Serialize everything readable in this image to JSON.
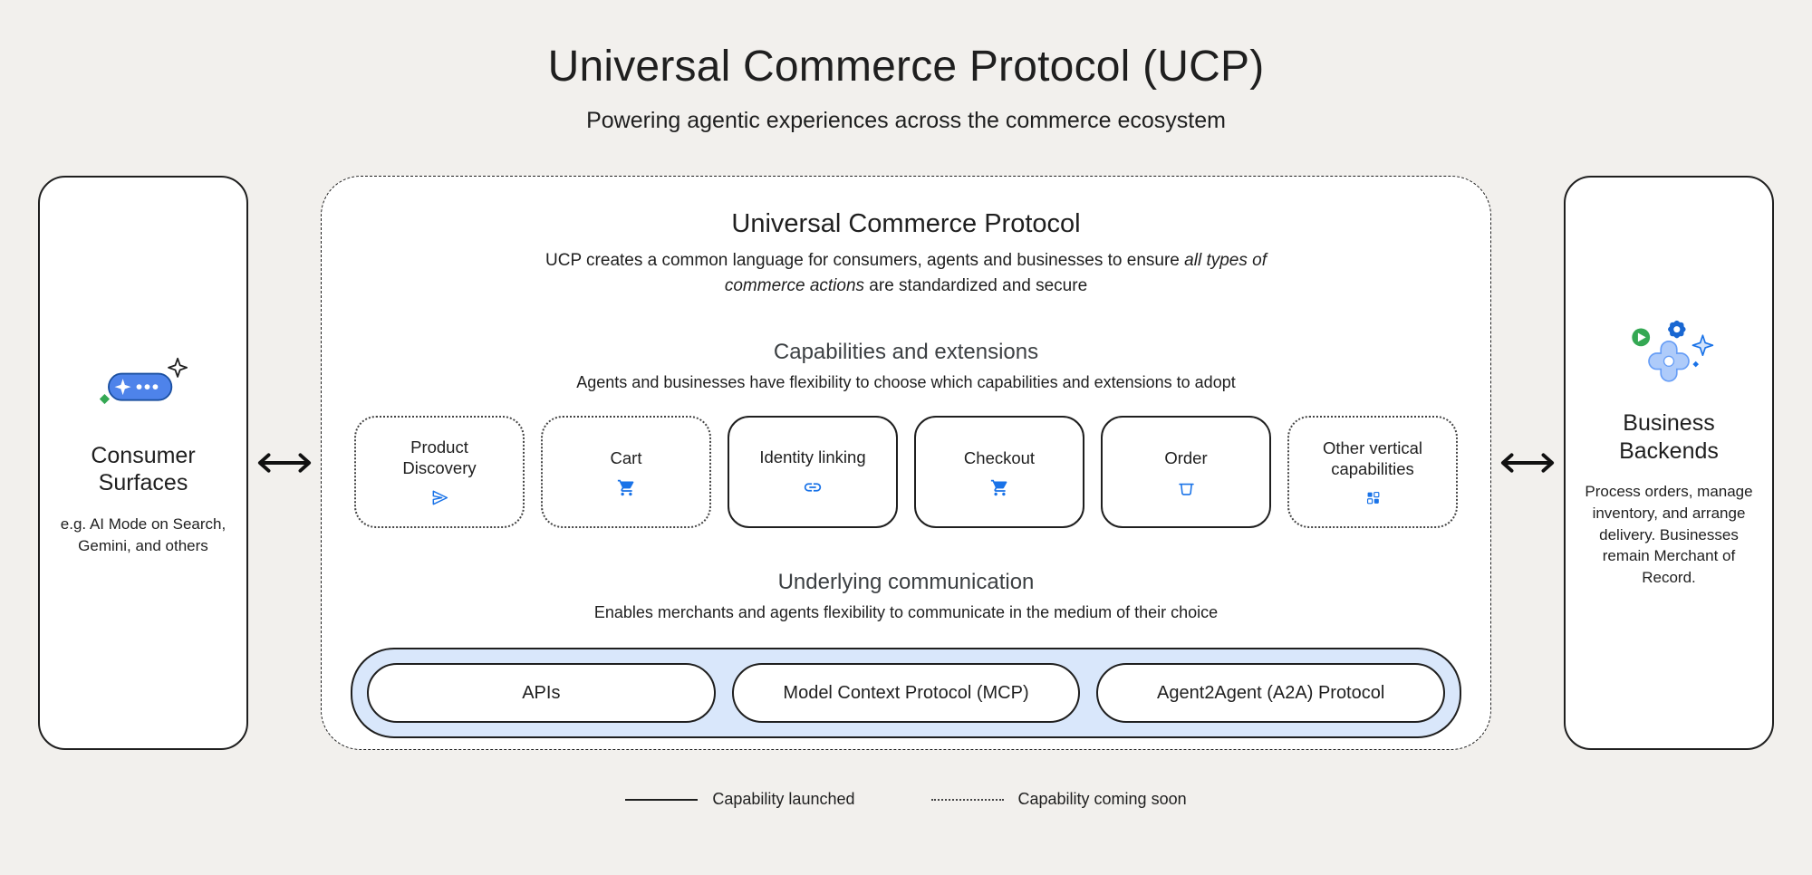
{
  "header": {
    "title": "Universal Commerce Protocol (UCP)",
    "subtitle": "Powering agentic experiences across the commerce ecosystem"
  },
  "consumer_surfaces": {
    "title": "Consumer Surfaces",
    "description": "e.g. AI Mode on Search, Gemini, and others",
    "icon": "ai-mode-chat-icon"
  },
  "business_backends": {
    "title": "Business Backends",
    "description": "Process orders, manage inventory, and arrange delivery. Businesses remain Merchant of Record.",
    "icon": "gear-sparkle-icon"
  },
  "ucp_panel": {
    "title": "Universal Commerce Protocol",
    "description": {
      "prefix": "UCP creates a common language for consumers, agents and businesses to ensure ",
      "italic": "all types of commerce actions",
      "suffix": " are standardized and secure"
    },
    "capabilities": {
      "title": "Capabilities and extensions",
      "subtitle": "Agents and businesses have flexibility to choose which capabilities and extensions to adopt",
      "items": [
        {
          "label": "Product Discovery",
          "icon": "send-icon",
          "status": "coming-soon"
        },
        {
          "label": "Cart",
          "icon": "cart-icon",
          "status": "coming-soon"
        },
        {
          "label": "Identity linking",
          "icon": "link-icon",
          "status": "launched"
        },
        {
          "label": "Checkout",
          "icon": "checkout-cart-icon",
          "status": "launched"
        },
        {
          "label": "Order",
          "icon": "order-basket-icon",
          "status": "launched"
        },
        {
          "label": "Other vertical capabilities",
          "icon": "grid-icon",
          "status": "coming-soon"
        }
      ]
    },
    "communication": {
      "title": "Underlying communication",
      "subtitle": "Enables merchants and agents flexibility to communicate in the medium of their choice",
      "items": [
        {
          "label": "APIs"
        },
        {
          "label": "Model Context Protocol (MCP)"
        },
        {
          "label": "Agent2Agent (A2A) Protocol"
        }
      ]
    }
  },
  "legend": {
    "launched_label": "Capability launched",
    "coming_soon_label": "Capability coming soon"
  },
  "colors": {
    "page_background": "#f2f0ed",
    "panel_background": "#ffffff",
    "border": "#1f1f1f",
    "icon_blue": "#1a73e8",
    "transport_fill": "#d9e7fb",
    "green": "#34a853"
  }
}
